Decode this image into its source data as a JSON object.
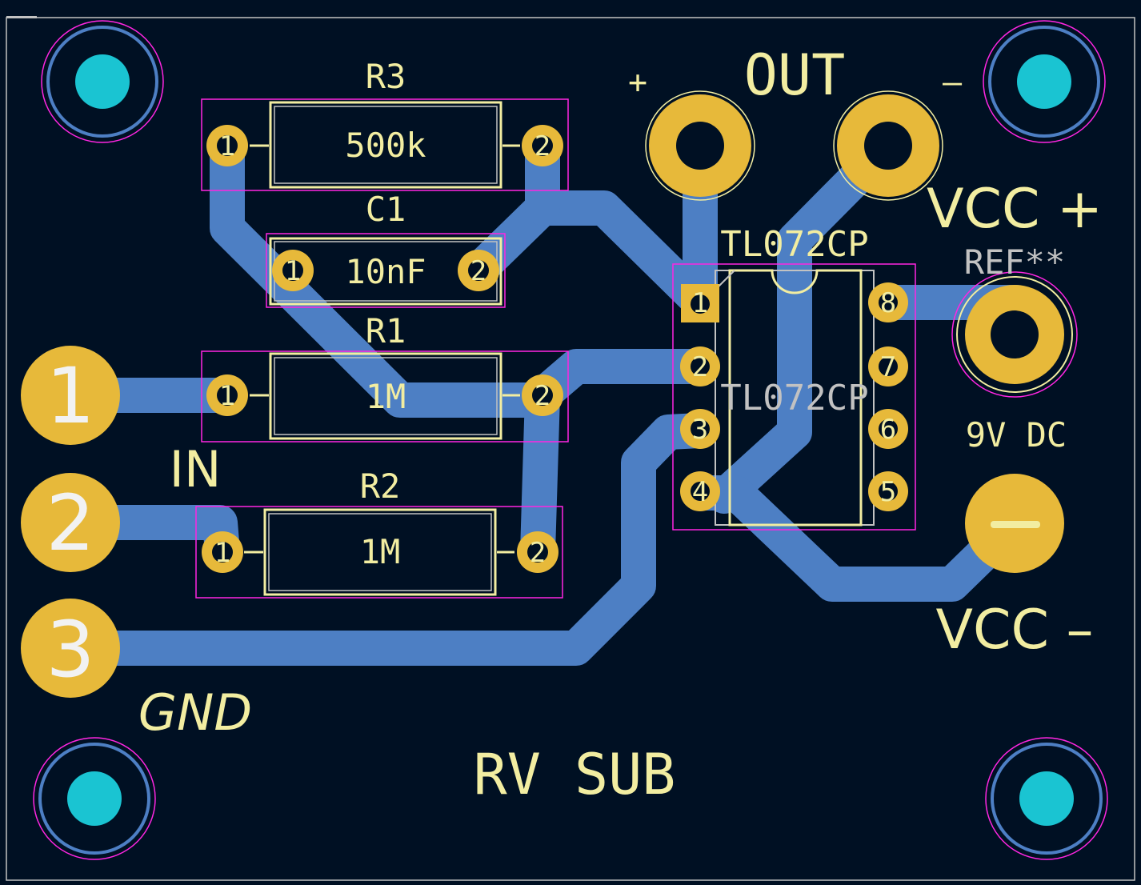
{
  "colors": {
    "background": "#001023",
    "copper": "#4d7fc4",
    "pad": "#e7b93a",
    "silkscreen": "#f2eda1",
    "courtyard": "#ff26e2",
    "fab": "#c2c2c2",
    "mounting_drill": "#1ac4d2"
  },
  "labels": {
    "out": "OUT",
    "out_plus": "+",
    "out_minus": "–",
    "vcc_plus": "VCC +",
    "vcc_minus": "VCC –",
    "ref": "REF**",
    "supply": "9V DC",
    "in": "IN",
    "gnd": "GND",
    "title": "RV SUB"
  },
  "components": {
    "r3": {
      "ref": "R3",
      "value": "500k"
    },
    "c1": {
      "ref": "C1",
      "value": "10nF"
    },
    "r1": {
      "ref": "R1",
      "value": "1M"
    },
    "r2": {
      "ref": "R2",
      "value": "1M"
    },
    "u1": {
      "ref": "TL072CP",
      "value": "TL072CP"
    }
  },
  "pin_labels": {
    "p1": "1",
    "p2": "2",
    "p3": "3",
    "p4": "4",
    "p5": "5",
    "p6": "6",
    "p7": "7",
    "p8": "8"
  },
  "connector_labels": {
    "c1": "1",
    "c2": "2",
    "c3": "3"
  }
}
